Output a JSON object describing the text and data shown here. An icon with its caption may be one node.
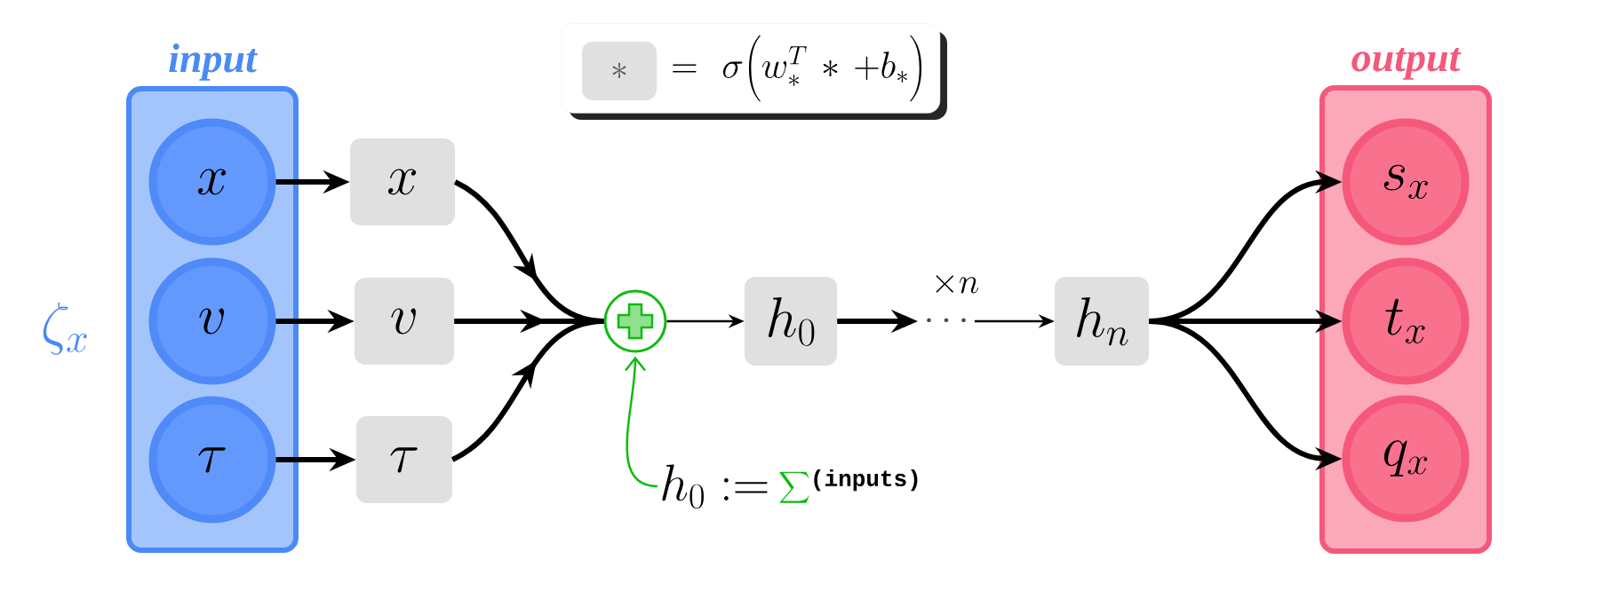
{
  "diagram": {
    "nodes": [
      {
        "text": [
          "input"
        ]
      },
      {
        "text": [
          "x"
        ],
        "in": 0
      },
      {
        "text": [
          "v"
        ],
        "in": 0
      },
      {
        "text": [
          "\\tau"
        ],
        "in": 0
      },
      {
        "text": [
          "x"
        ]
      },
      {
        "text": [
          "v"
        ]
      },
      {
        "text": [
          "\\tau"
        ]
      },
      {
        "text": [],
        "shape": "circle"
      },
      {
        "text": [
          "h_0"
        ]
      },
      {
        "text": [
          "\\cdots"
        ],
        "beside": [
          "\\times n"
        ]
      },
      {
        "text": [
          "h_n"
        ]
      },
      {
        "text": [
          "output"
        ]
      },
      {
        "text": [
          "s_x"
        ],
        "in": 11
      },
      {
        "text": [
          "t_x"
        ],
        "in": 11
      },
      {
        "text": [
          "q_x"
        ],
        "in": 11
      },
      {
        "text": [
          "h_0 :=",
          "\\sum",
          "(inputs)"
        ]
      },
      {
        "text": [
          "= \\sigma\\Big(w_*^T * + b_*\\Big)"
        ]
      },
      {
        "text": [
          "*"
        ],
        "in": 16
      }
    ],
    "edges": [
      {
        "from": 1,
        "to": 4,
        "arrow": "to"
      },
      {
        "from": 2,
        "to": 5,
        "arrow": "to"
      },
      {
        "from": 3,
        "to": 6,
        "arrow": "to"
      },
      {
        "from": 4,
        "to": 7,
        "arrow": "to"
      },
      {
        "from": 5,
        "to": 7,
        "arrow": "to"
      },
      {
        "from": 6,
        "to": 7,
        "arrow": "to"
      },
      {
        "from": 7,
        "to": 8,
        "arrow": "to"
      },
      {
        "from": 8,
        "to": 9,
        "arrow": "to"
      },
      {
        "from": 9,
        "to": 10,
        "arrow": "to"
      },
      {
        "from": 10,
        "to": 12,
        "arrow": "to"
      },
      {
        "from": 10,
        "to": 13,
        "arrow": "to"
      },
      {
        "from": 10,
        "to": 14,
        "arrow": "to"
      },
      {
        "from": 15,
        "to": 7,
        "arrow": "to",
        "color": "#11bb11"
      }
    ],
    "labels": [
      "\\zeta_x"
    ]
  }
}
